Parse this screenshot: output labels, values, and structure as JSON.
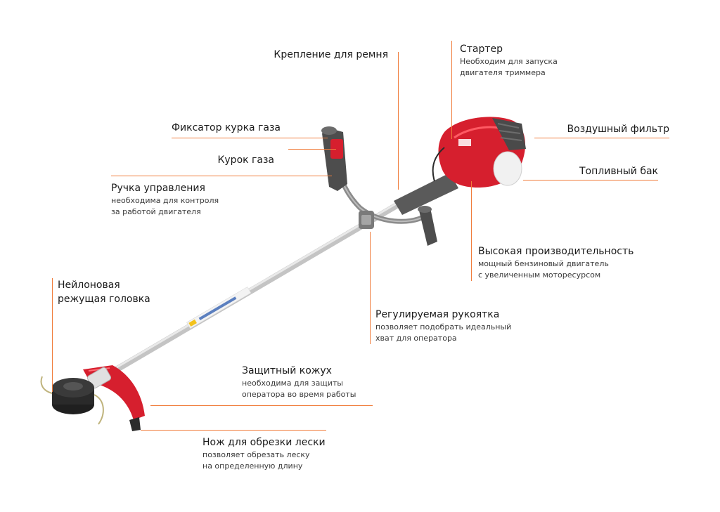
{
  "colors": {
    "leader": "#f07d3c",
    "engine_red": "#d61f2e",
    "shaft": "#c9c9c9",
    "handle": "#5a5a5a"
  },
  "labels": {
    "belt_mount": {
      "title": "Крепление для ремня"
    },
    "starter": {
      "title": "Стартер",
      "desc": "Необходим для запуска\nдвигателя триммера"
    },
    "throttle_lock": {
      "title": "Фиксатор курка газа"
    },
    "air_filter": {
      "title": "Воздушный фильтр"
    },
    "throttle": {
      "title": "Курок газа"
    },
    "fuel_tank": {
      "title": "Топливный бак"
    },
    "control_handle": {
      "title": "Ручка управления",
      "desc": "необходима для контроля\nза работой двигателя"
    },
    "performance": {
      "title": "Высокая производительность",
      "desc": "мощный бензиновый двигатель\nс увеличенным моторесурсом"
    },
    "nylon_head": {
      "title": "Нейлоновая\nрежущая головка"
    },
    "adjustable_handle": {
      "title": "Регулируемая рукоятка",
      "desc": "позволяет подобрать идеальный\nхват для оператора"
    },
    "guard": {
      "title": "Защитный кожух",
      "desc": "необходима для защиты\nоператора во время работы"
    },
    "line_cutter": {
      "title": "Нож для обрезки лески",
      "desc": "позволяет обрезать леску\nна определенную длину"
    }
  }
}
